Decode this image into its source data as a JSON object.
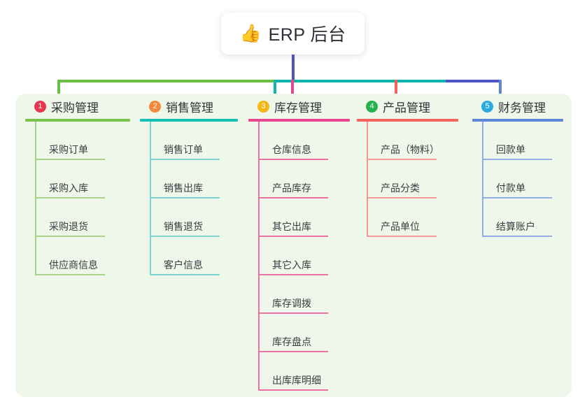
{
  "root": {
    "icon": "thumbs-up-emoji",
    "emoji": "👍",
    "title": "ERP 后台"
  },
  "colors": {
    "panel_bg": "#eef7ea",
    "root_stem": "#4c54c4",
    "bus_green": "#6cbe45",
    "bus_teal": "#0fb5ac",
    "bus_blue": "#4c54c4"
  },
  "columns": [
    {
      "number": "1",
      "title": "采购管理",
      "badge_color": "#e8384f",
      "line_color": "#7cc34b",
      "rule_color": "#a8d48a",
      "items": [
        {
          "label": "采购订单"
        },
        {
          "label": "采购入库"
        },
        {
          "label": "采购退货"
        },
        {
          "label": "供应商信息"
        }
      ]
    },
    {
      "number": "2",
      "title": "销售管理",
      "badge_color": "#f5883c",
      "line_color": "#17c0b5",
      "rule_color": "#7fd5cf",
      "items": [
        {
          "label": "销售订单"
        },
        {
          "label": "销售出库"
        },
        {
          "label": "销售退货"
        },
        {
          "label": "客户信息"
        }
      ]
    },
    {
      "number": "3",
      "title": "库存管理",
      "badge_color": "#f5b513",
      "line_color": "#e8478f",
      "rule_color": "#ec72a6",
      "items": [
        {
          "label": "仓库信息"
        },
        {
          "label": "产品库存"
        },
        {
          "label": "其它出库"
        },
        {
          "label": "其它入库"
        },
        {
          "label": "库存调拨"
        },
        {
          "label": "库存盘点"
        },
        {
          "label": "出库库明细"
        }
      ]
    },
    {
      "number": "4",
      "title": "产品管理",
      "badge_color": "#24b24c",
      "line_color": "#f4645c",
      "rule_color": "#f59a94",
      "items": [
        {
          "label": "产品（物料）"
        },
        {
          "label": "产品分类"
        },
        {
          "label": "产品单位"
        }
      ]
    },
    {
      "number": "5",
      "title": "财务管理",
      "badge_color": "#29abe2",
      "line_color": "#5f86d8",
      "rule_color": "#93aee4",
      "items": [
        {
          "label": "回款单"
        },
        {
          "label": "付款单"
        },
        {
          "label": "结算账户"
        }
      ]
    }
  ]
}
